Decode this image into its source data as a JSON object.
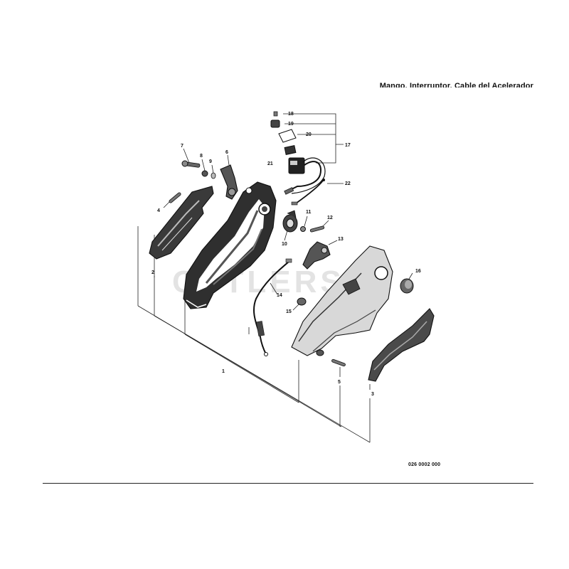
{
  "header": {
    "title": "Mango, Interruptor, Cable del Acelerador",
    "drawing_code": "026 0002 000",
    "watermark": "CUTLERS"
  },
  "callouts": [
    "1",
    "2",
    "3",
    "4",
    "5",
    "6",
    "7",
    "8",
    "9",
    "10",
    "11",
    "12",
    "13",
    "14",
    "15",
    "16",
    "17",
    "18",
    "19",
    "20",
    "21",
    "22"
  ]
}
